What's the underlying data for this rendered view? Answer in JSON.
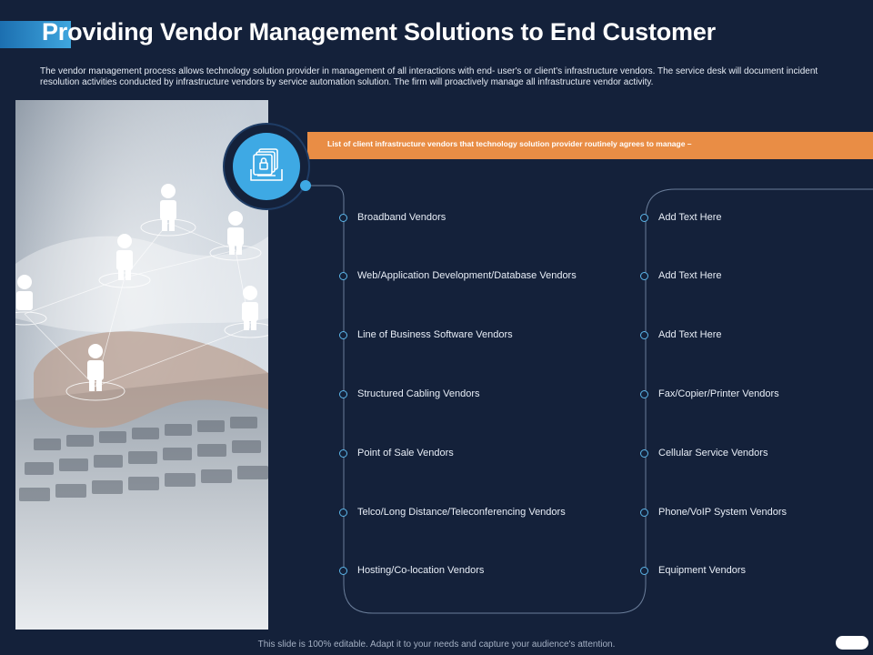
{
  "header": {
    "title": "Providing Vendor Management Solutions to End Customer",
    "intro": "The vendor management  process allows technology solution provider in management  of all interactions with end- user's or client's infrastructure vendors. The service desk will document incident resolution activities conducted by infrastructure vendors by service automation solution. The  firm will proactively manage all infrastructure vendor activity."
  },
  "banner": {
    "text": "List of client infrastructure vendors that technology solution provider routinely agrees to manage –"
  },
  "hub": {
    "icon": "secure-documents-icon",
    "color": "#3ea9e4"
  },
  "left_column": [
    "Broadband Vendors",
    "Web/Application Development/Database Vendors",
    "Line of Business Software Vendors",
    "Structured Cabling Vendors",
    "Point of Sale Vendors",
    "Telco/Long Distance/Teleconferencing Vendors",
    "Hosting/Co-location Vendors"
  ],
  "right_column": [
    "Add Text Here",
    "Add Text Here",
    "Add Text Here",
    "Fax/Copier/Printer Vendors",
    "Cellular Service Vendors",
    "Phone/VoIP System Vendors",
    "Equipment Vendors"
  ],
  "footer": {
    "text": "This slide is 100% editable.  Adapt it to your needs and capture your audience's attention."
  },
  "colors": {
    "background": "#14213a",
    "accent_blue": "#3ea9e4",
    "banner_orange": "#e98d45"
  }
}
